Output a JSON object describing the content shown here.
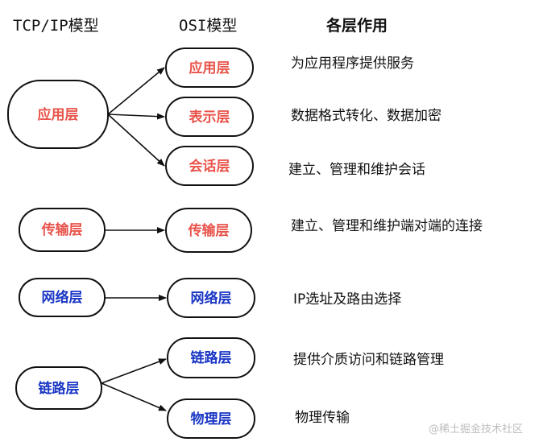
{
  "headers": {
    "tcpip": "TCP/IP模型",
    "osi": "OSI模型",
    "role": "各层作用"
  },
  "colors": {
    "upper": "#e8534a",
    "lower": "#1a36c4",
    "line": "#111111"
  },
  "tcpip_layers": [
    {
      "id": "t-app",
      "label": "应用层",
      "tone": "upper"
    },
    {
      "id": "t-transport",
      "label": "传输层",
      "tone": "upper"
    },
    {
      "id": "t-network",
      "label": "网络层",
      "tone": "lower"
    },
    {
      "id": "t-link",
      "label": "链路层",
      "tone": "lower"
    }
  ],
  "osi_layers": [
    {
      "id": "o-app",
      "label": "应用层",
      "tone": "upper",
      "from": "t-app"
    },
    {
      "id": "o-pres",
      "label": "表示层",
      "tone": "upper",
      "from": "t-app"
    },
    {
      "id": "o-session",
      "label": "会话层",
      "tone": "upper",
      "from": "t-app"
    },
    {
      "id": "o-transport",
      "label": "传输层",
      "tone": "upper",
      "from": "t-transport"
    },
    {
      "id": "o-network",
      "label": "网络层",
      "tone": "lower",
      "from": "t-network"
    },
    {
      "id": "o-datalink",
      "label": "链路层",
      "tone": "lower",
      "from": "t-link"
    },
    {
      "id": "o-physical",
      "label": "物理层",
      "tone": "lower",
      "from": "t-link"
    }
  ],
  "roles": [
    "为应用程序提供服务",
    "数据格式转化、数据加密",
    "建立、管理和维护会话",
    "建立、管理和维护端对端的连接",
    "IP选址及路由选择",
    "提供介质访问和链路管理",
    "物理传输"
  ],
  "watermark": "@稀土掘金技术社区"
}
